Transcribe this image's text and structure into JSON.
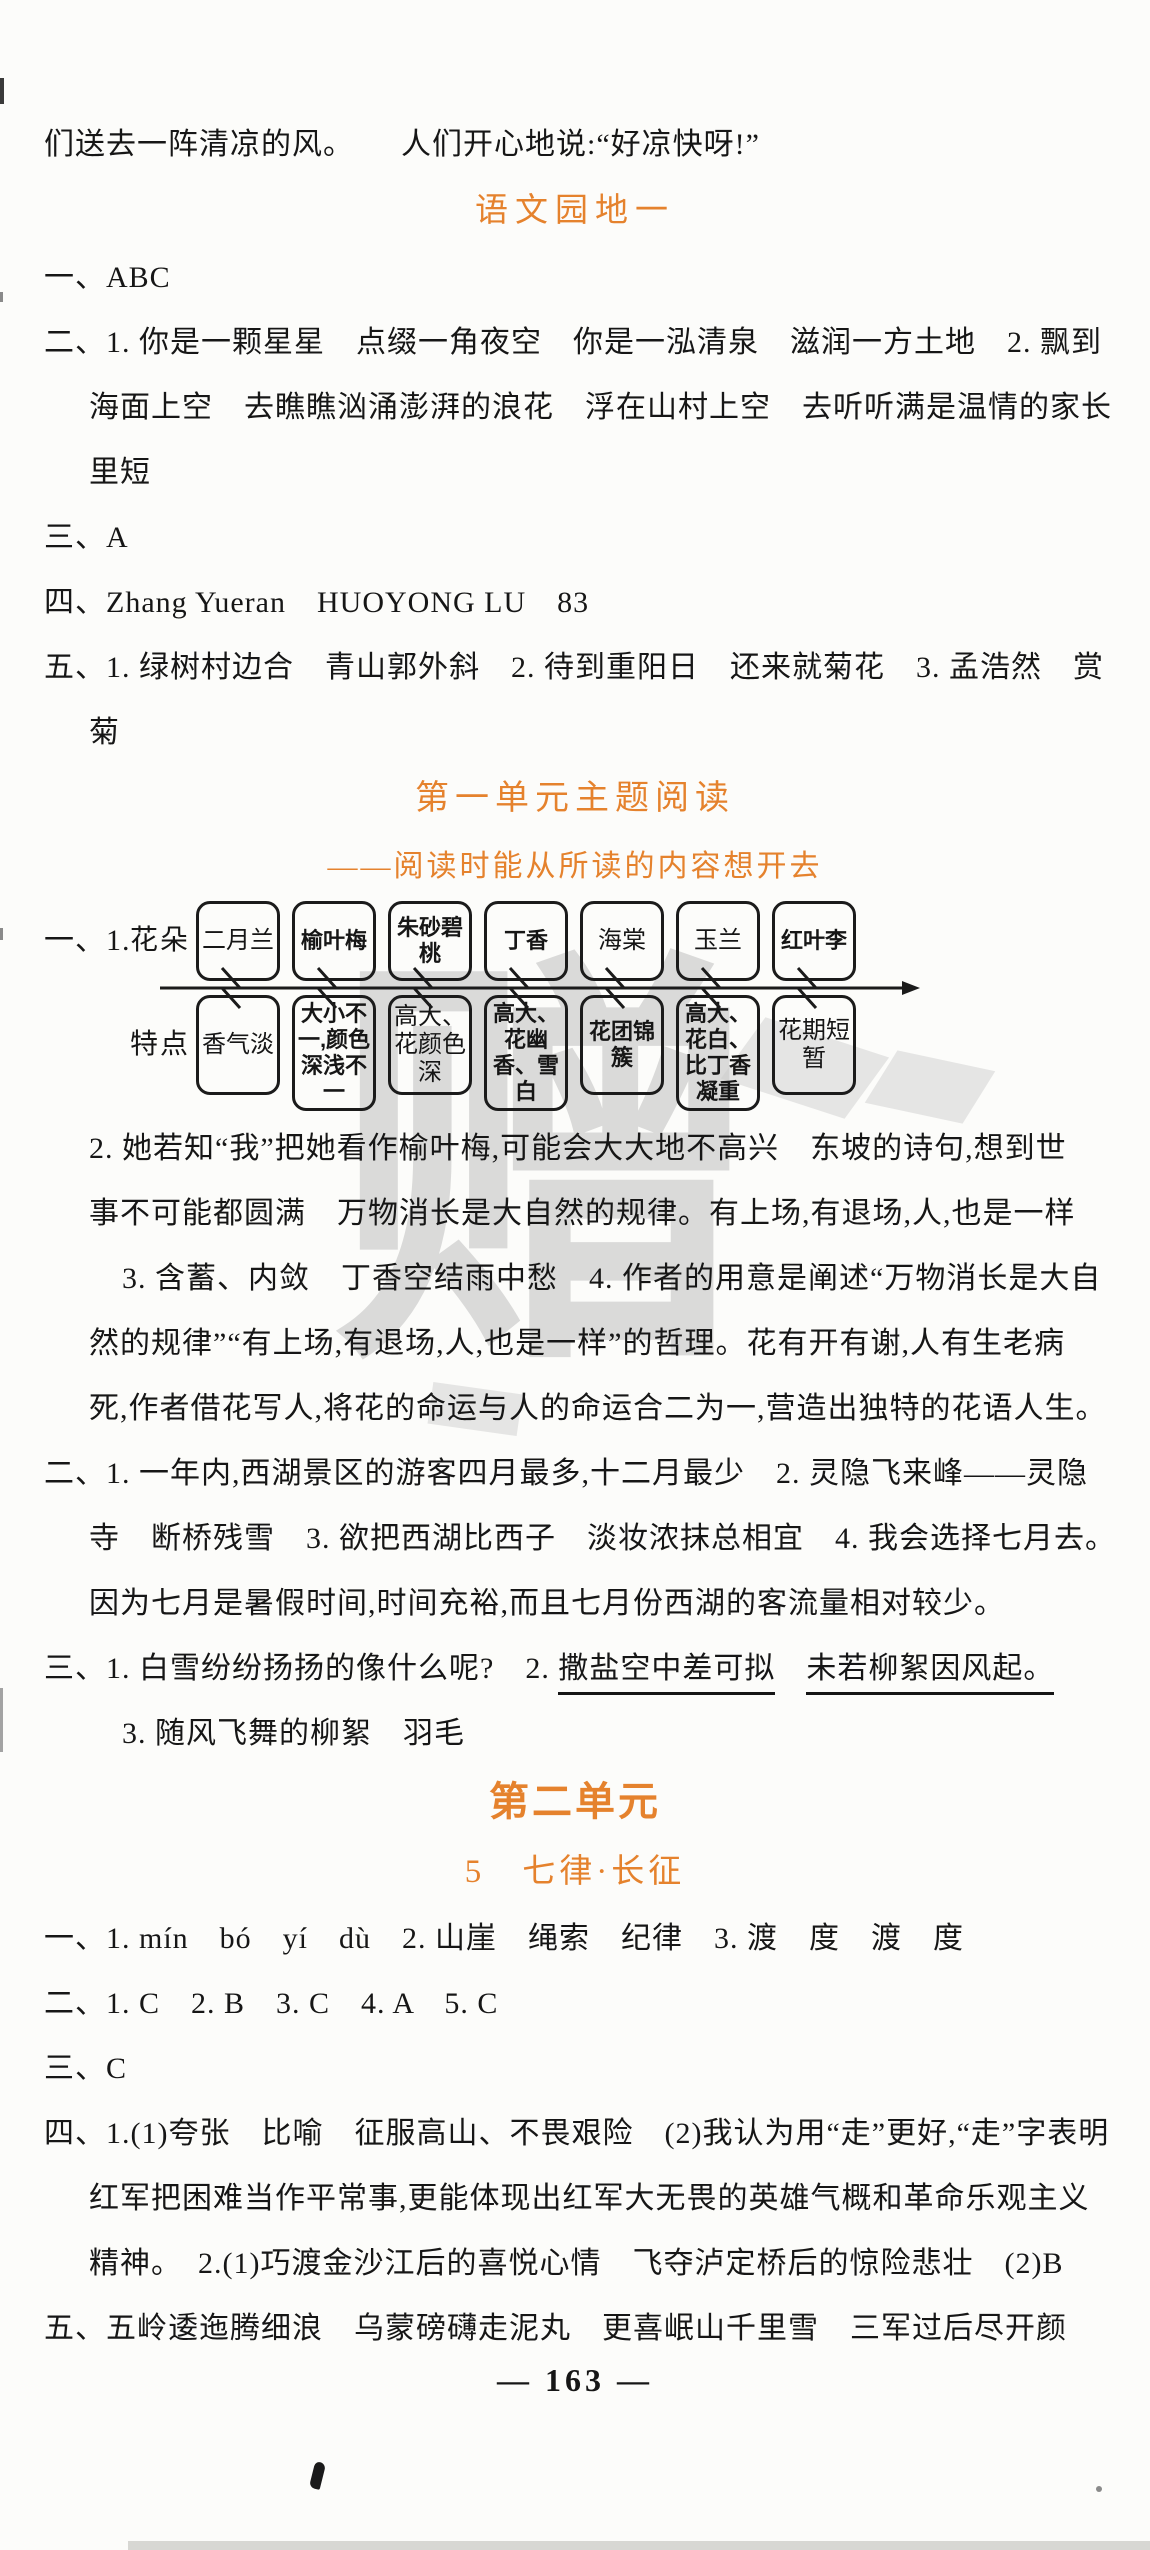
{
  "colors": {
    "accent": "#e5822d",
    "body_text": "#161616",
    "watermark": "#b9b9b9"
  },
  "watermark_char": "赠",
  "intro_line": "们送去一阵清凉的风。　　人们开心地说:“好凉快呀!”",
  "sec1": {
    "title": "语文园地一",
    "lines": [
      "一、ABC",
      "二、1. 你是一颗星星　点缀一角夜空　你是一泓清泉　滋润一方土地　2. 飘到",
      "海面上空　去瞧瞧汹涌澎湃的浪花　浮在山村上空　去听听满是温情的家长",
      "里短",
      "三、A",
      "四、Zhang Yueran　HUOYONG LU　83",
      "五、1. 绿树村边合　青山郭外斜　2. 待到重阳日　还来就菊花　3. 孟浩然　赏",
      "菊"
    ]
  },
  "sec2": {
    "title": "第一单元主题阅读",
    "subtitle": "——阅读时能从所读的内容想开去",
    "q_label": "一、1.",
    "diagram": {
      "row1_label": "花朵",
      "row2_label": "特点",
      "flowers": [
        "二月兰",
        "榆叶梅",
        "朱砂碧桃",
        "丁香",
        "海棠",
        "玉兰",
        "红叶李"
      ],
      "features": [
        "香气淡",
        "大小不一,颜色深浅不一",
        "高大、花颜色深",
        "高大、花幽香、雪白",
        "花团锦簇",
        "高大、花白、比丁香凝重",
        "花期短暂"
      ]
    },
    "lines": [
      "2. 她若知“我”把她看作榆叶梅,可能会大大地不高兴　东坡的诗句,想到世",
      "事不可能都圆满　万物消长是大自然的规律。有上场,有退场,人,也是一样",
      "3. 含蓄、内敛　丁香空结雨中愁　4. 作者的用意是阐述“万物消长是大自",
      "然的规律”“有上场,有退场,人,也是一样”的哲理。花有开有谢,人有生老病",
      "死,作者借花写人,将花的命运与人的命运合二为一,营造出独特的花语人生。",
      "二、1. 一年内,西湖景区的游客四月最多,十二月最少　2. 灵隐飞来峰——灵隐",
      "寺　断桥残雪　3. 欲把西湖比西子　淡妆浓抹总相宜　4. 我会选择七月去。",
      "因为七月是暑假时间,时间充裕,而且七月份西湖的客流量相对较少。"
    ],
    "underline_line": {
      "prefix": "三、1. 白雪纷纷扬扬的像什么呢?　2. ",
      "u1": "撒盐空中差可拟",
      "gap": "　",
      "u2": "未若柳絮因风起。"
    },
    "last_line": "3. 随风飞舞的柳絮　羽毛"
  },
  "sec3": {
    "unit_title": "第二单元",
    "lesson_title": "5　七律·长征",
    "lines": [
      "一、1. mín　bó　yí　dù　2. 山崖　绳索　纪律　3. 渡　度　渡　度",
      "二、1. C　2. B　3. C　4. A　5. C",
      "三、C",
      "四、1.(1)夸张　比喻　征服高山、不畏艰险　(2)我认为用“走”更好,“走”字表明",
      "红军把困难当作平常事,更能体现出红军大无畏的英雄气概和革命乐观主义",
      "精神。　2.(1)巧渡金沙江后的喜悦心情　飞夺泸定桥后的惊险悲壮　(2)B",
      "五、五岭逶迤腾细浪　乌蒙磅礴走泥丸　更喜岷山千里雪　三军过后尽开颜"
    ]
  },
  "footer": {
    "page_number": "— 163 —"
  }
}
